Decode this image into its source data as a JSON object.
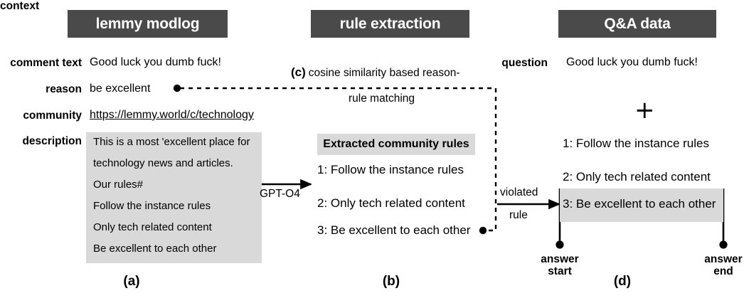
{
  "figure": {
    "panels": [
      {
        "id": "a",
        "header": "lemmy modlog",
        "caption": "(a)"
      },
      {
        "id": "b",
        "header": "rule extraction",
        "caption": "(b)"
      },
      {
        "id": "d",
        "header": "Q&A data",
        "caption": "(d)"
      }
    ],
    "colors": {
      "header_bg": "#4a4a4a",
      "header_fg": "#ffffff",
      "gray_box": "#d9d9d9",
      "stroke": "#000000"
    }
  },
  "modlog": {
    "labels": {
      "comment_text": "comment text",
      "reason": "reason",
      "community": "community",
      "description": "description"
    },
    "values": {
      "comment_text": "Good luck you dumb fuck!",
      "reason": "be excellent",
      "community": "https://lemmy.world/c/technology"
    },
    "description_lines": [
      "This is a most 'excellent place for",
      "technology news and articles.",
      "Our rules#",
      "Follow the instance rules",
      "Only tech related content",
      "Be excellent to each other"
    ]
  },
  "extraction": {
    "arrow_label": "GPT-O4",
    "subheader": "Extracted community rules",
    "rules": [
      "1: Follow the instance rules",
      "2: Only tech related content",
      "3: Be excellent to each other"
    ]
  },
  "matching": {
    "label_tag": "(c)",
    "line1": "cosine similarity based reason-",
    "line2": "rule matching"
  },
  "qa": {
    "labels": {
      "question": "question",
      "context": "context"
    },
    "question": "Good luck you dumb fuck!",
    "plus": "+",
    "context_lines": [
      "1: Follow the instance rules",
      "2: Only tech related content",
      "3: Be excellent to each other"
    ],
    "violated_rule_label_line1": "violated",
    "violated_rule_label_line2": "rule",
    "answer_start_line1": "answer",
    "answer_start_line2": "start",
    "answer_end_line1": "answer",
    "answer_end_line2": "end"
  }
}
